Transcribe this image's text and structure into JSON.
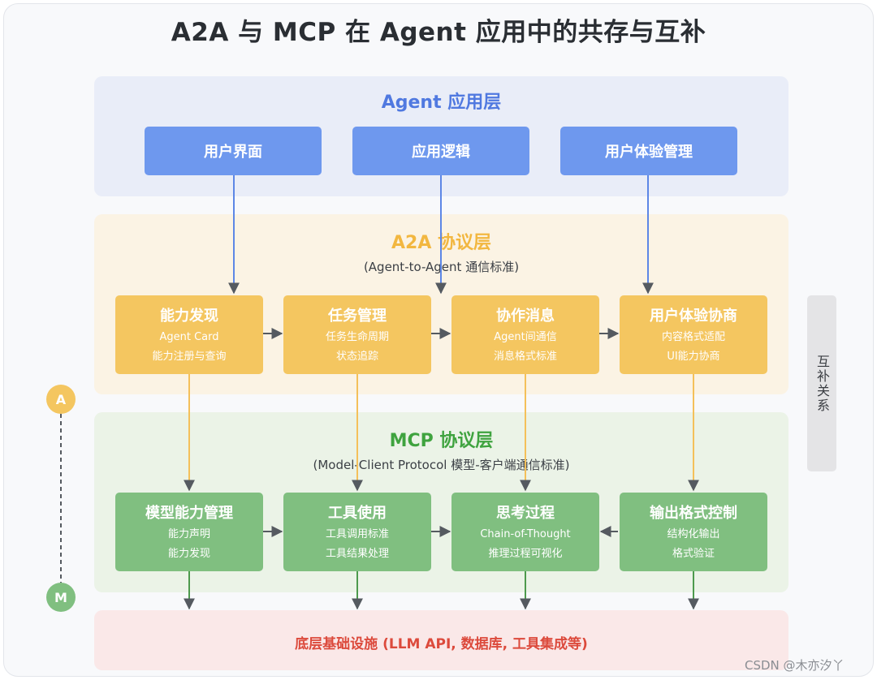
{
  "title": "A2A 与 MCP 在 Agent 应用中的共存与互补",
  "agent_layer": {
    "title": "Agent 应用层",
    "boxes": [
      "用户界面",
      "应用逻辑",
      "用户体验管理"
    ]
  },
  "a2a_layer": {
    "title": "A2A 协议层",
    "subtitle": "(Agent-to-Agent 通信标准)",
    "cards": [
      {
        "title": "能力发现",
        "lines": [
          "Agent Card",
          "能力注册与查询"
        ]
      },
      {
        "title": "任务管理",
        "lines": [
          "任务生命周期",
          "状态追踪"
        ]
      },
      {
        "title": "协作消息",
        "lines": [
          "Agent间通信",
          "消息格式标准"
        ]
      },
      {
        "title": "用户体验协商",
        "lines": [
          "内容格式适配",
          "UI能力协商"
        ]
      }
    ]
  },
  "mcp_layer": {
    "title": "MCP 协议层",
    "subtitle": "(Model-Client Protocol 模型-客户端通信标准)",
    "cards": [
      {
        "title": "模型能力管理",
        "lines": [
          "能力声明",
          "能力发现"
        ]
      },
      {
        "title": "工具使用",
        "lines": [
          "工具调用标准",
          "工具结果处理"
        ]
      },
      {
        "title": "思考过程",
        "lines": [
          "Chain-of-Thought",
          "推理过程可视化"
        ]
      },
      {
        "title": "输出格式控制",
        "lines": [
          "结构化输出",
          "格式验证"
        ]
      }
    ]
  },
  "infra_layer": {
    "label": "底层基础设施 (LLM API, 数据库, 工具集成等)"
  },
  "side_label": "互补关系",
  "markers": {
    "a": "A",
    "m": "M"
  },
  "watermark": "CSDN @木亦汐丫",
  "colors": {
    "agent": "#6e98ee",
    "a2a": "#f4c660",
    "mcp": "#80bf80",
    "infra_text": "#dc4a3c",
    "arrow": "#555a60"
  }
}
